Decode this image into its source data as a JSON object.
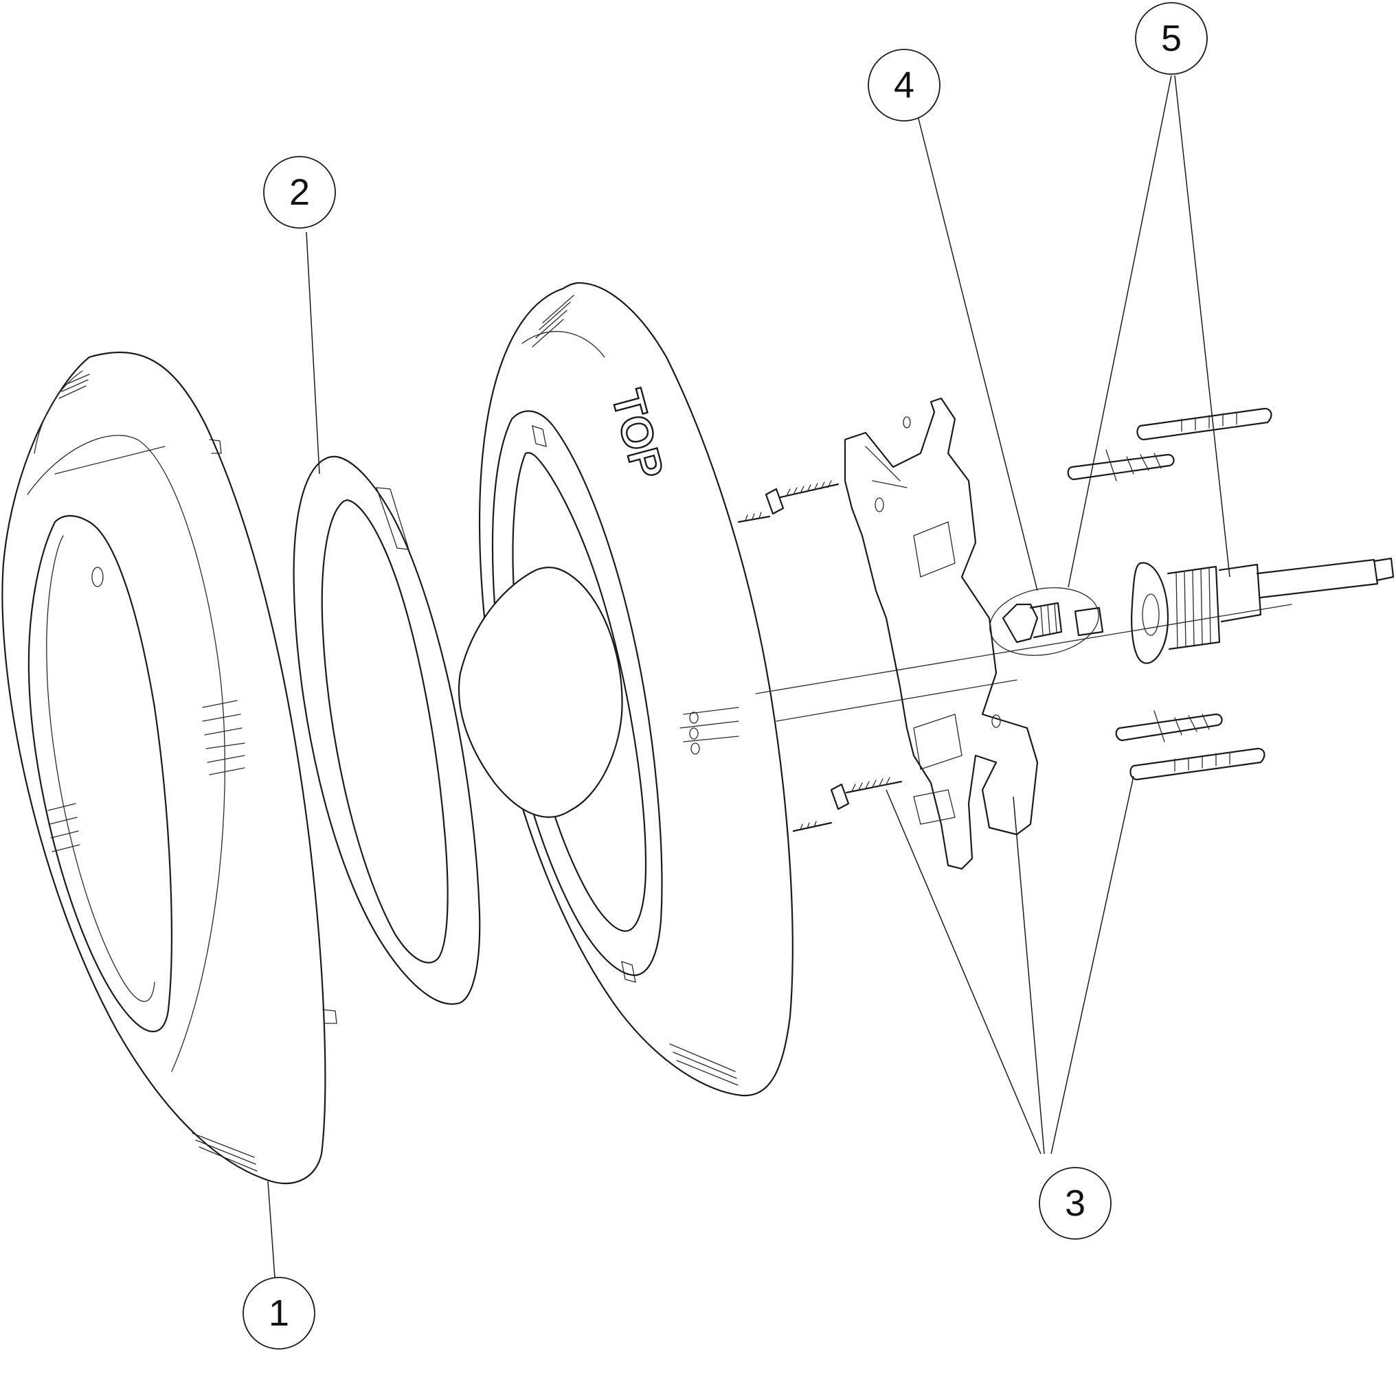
{
  "callouts": [
    {
      "id": "1",
      "label": "1"
    },
    {
      "id": "2",
      "label": "2"
    },
    {
      "id": "3",
      "label": "3"
    },
    {
      "id": "4",
      "label": "4"
    },
    {
      "id": "5",
      "label": "5"
    }
  ],
  "embossed_text": "TOP"
}
